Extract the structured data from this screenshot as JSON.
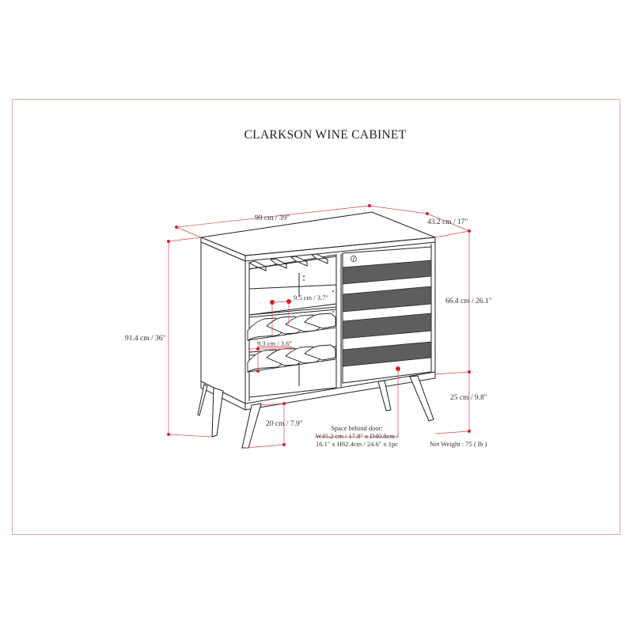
{
  "title": "CLARKSON WINE CABINET",
  "colors": {
    "frame": "#e2a4a4",
    "dimension_line": "#d9474f",
    "dimension_dot": "#d4202b",
    "outline": "#222222",
    "door_stripe": "#5e5e5e"
  },
  "dimensions": {
    "width": "99 cm / 39\"",
    "depth": "43.2 cm / 17\"",
    "total_height": "91.4 cm / 36\"",
    "body_height": "66.4 cm / 26.1\"",
    "leg_height_right": "25 cm / 9.8\"",
    "leg_height_front": "20 cm / 7.9\"",
    "bottle_slot_width": "9.5 cm / 3.7\"",
    "bottle_slot_height": "9.3 cm / 3.6\""
  },
  "space_behind_door": {
    "line1": "Space behind door:",
    "line2": "W45.2 cm / 17.8\" x D40.8cm /",
    "line3": "16.1\" x H62.4cm / 24.6\" x 1pc"
  },
  "net_weight": "Net Weight : 75 ( lb )"
}
